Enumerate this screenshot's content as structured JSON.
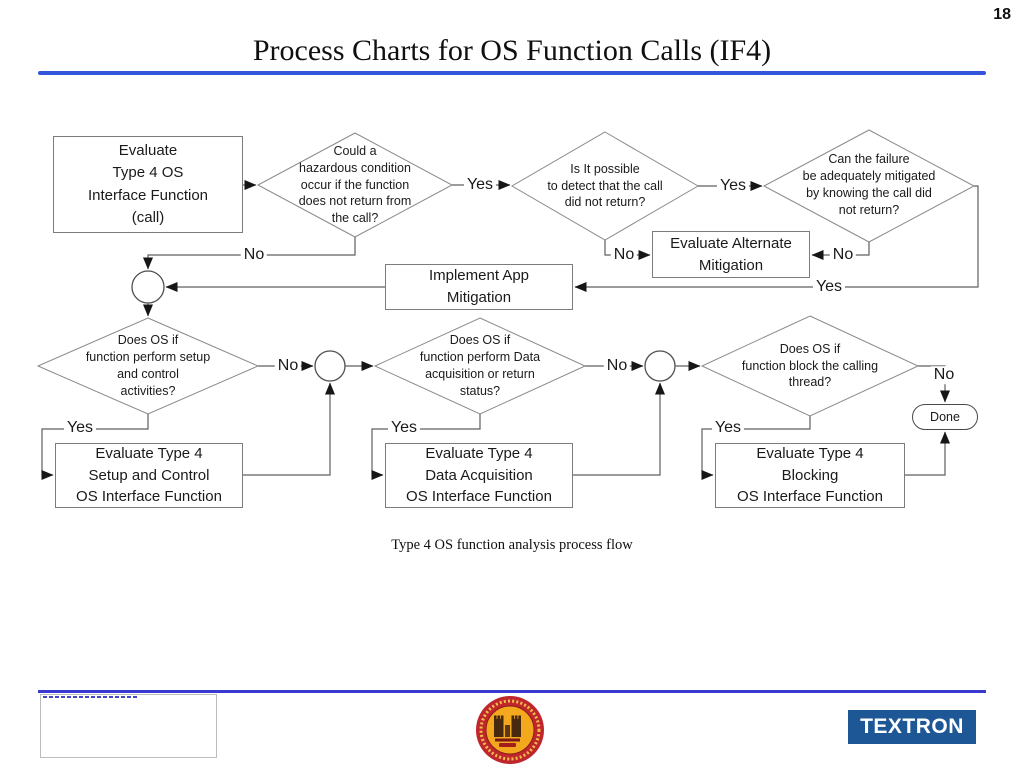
{
  "slide": {
    "page_number": "18",
    "title": "Process Charts for OS Function Calls (IF4)",
    "caption": "Type 4 OS function analysis process flow"
  },
  "flowchart": {
    "nodes": {
      "start": "Evaluate\nType 4 OS\nInterface Function\n(call)",
      "hazard_q": "Could a\nhazardous condition\noccur if the function\ndoes not return from\nthe call?",
      "detect_q": "Is It  possible\nto detect that the call\ndid not return?",
      "mitigate_q": "Can the failure\nbe adequately mitigated\nby knowing the call did\nnot return?",
      "alt_mitigation": "Evaluate Alternate\nMitigation",
      "app_mitigation": "Implement App\nMitigation",
      "setup_q": "Does OS if\nfunction perform setup\nand control\nactivities?",
      "data_q": "Does OS if\nfunction perform Data\nacquisition or return\nstatus?",
      "blocking_q": "Does OS if\nfunction block the calling\nthread?",
      "setup_box": "Evaluate Type 4\nSetup and Control\nOS Interface Function",
      "data_box": "Evaluate Type 4\nData Acquisition\nOS Interface Function",
      "blocking_box": "Evaluate Type 4\nBlocking\nOS Interface Function",
      "done": "Done"
    },
    "labels": {
      "yes": "Yes",
      "no": "No"
    }
  },
  "footer": {
    "textron_logo": "TEXTRON"
  },
  "colors": {
    "title_rule_blue": "#3356db",
    "footer_rule_blue": "#3a3ad1",
    "textron_blue": "#1d5795",
    "seal_red": "#c0272d",
    "seal_gold": "#f4a81e"
  }
}
